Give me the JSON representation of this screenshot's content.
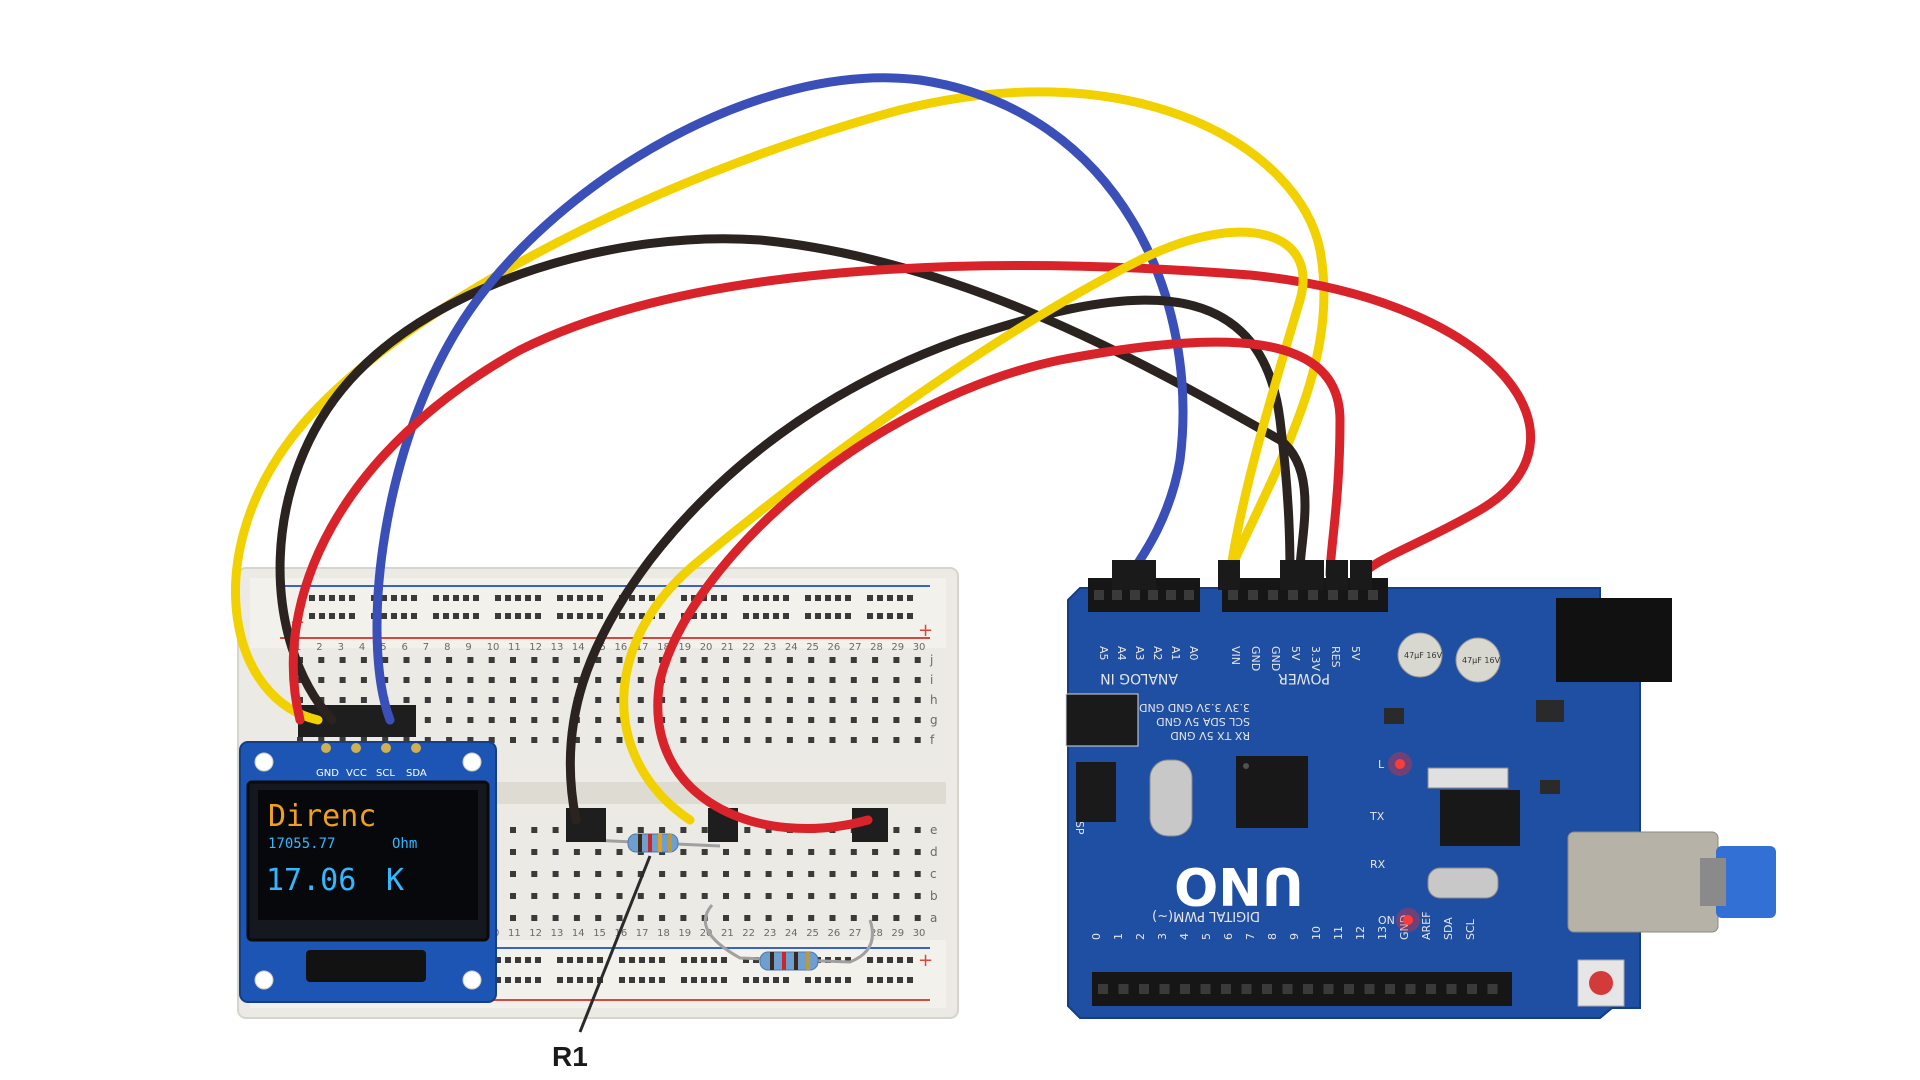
{
  "oled": {
    "line1": "Direnc",
    "line2_value": "17055.77",
    "line2_unit": "Ohm",
    "line3_value": "17.06",
    "line3_unit": "K",
    "pin_labels": [
      "GND",
      "VCC",
      "SCL",
      "SDA"
    ]
  },
  "callout": {
    "label": "R1"
  },
  "arduino": {
    "board_label": "UNO",
    "analog_label": "ANALOG IN",
    "analog_pins": [
      "A5",
      "A4",
      "A3",
      "A2",
      "A1",
      "A0"
    ],
    "power_label": "POWER",
    "power_pins": [
      "VIN",
      "GND",
      "GND",
      "5V",
      "3.3V",
      "RES",
      "5V"
    ],
    "digital_label": "DIGITAL PWM(~)",
    "digital_pins": [
      "0",
      "1",
      "2",
      "3",
      "4",
      "5",
      "6",
      "7",
      "8",
      "9",
      "10",
      "11",
      "12",
      "13",
      "GND",
      "AREF",
      "SDA",
      "SCL"
    ],
    "icsp_label": "ICSP",
    "tx_rx_label": "TX RX",
    "led_labels": [
      "L",
      "ON",
      "TX",
      "RX"
    ],
    "cap_label": "47µF 16V",
    "header_text_1": "3.3V 3.3V GND GND",
    "header_text_2": "SCL SDA 5V GND",
    "header_text_3": "RX TX 5V GND"
  },
  "breadboard": {
    "column_numbers": [
      "1",
      "2",
      "3",
      "4",
      "5",
      "6",
      "7",
      "8",
      "9",
      "10",
      "11",
      "12",
      "13",
      "14",
      "15",
      "16",
      "17",
      "18",
      "19",
      "20",
      "21",
      "22",
      "23",
      "24",
      "25",
      "26",
      "27",
      "28",
      "29",
      "30"
    ],
    "row_letters_top": [
      "j",
      "i",
      "h",
      "g",
      "f"
    ],
    "row_letters_bottom": [
      "e",
      "d",
      "c",
      "b",
      "a"
    ],
    "rail_plus": "+",
    "rail_minus": "-"
  },
  "colors": {
    "wire_yellow": "#f2d100",
    "wire_blue": "#3a4fb8",
    "wire_black": "#2a2320",
    "wire_red": "#d8232a",
    "board_blue": "#1f4fa3",
    "oled_orange": "#f0a020",
    "oled_cyan": "#33b8ff",
    "led_red": "#ff2a2a"
  }
}
